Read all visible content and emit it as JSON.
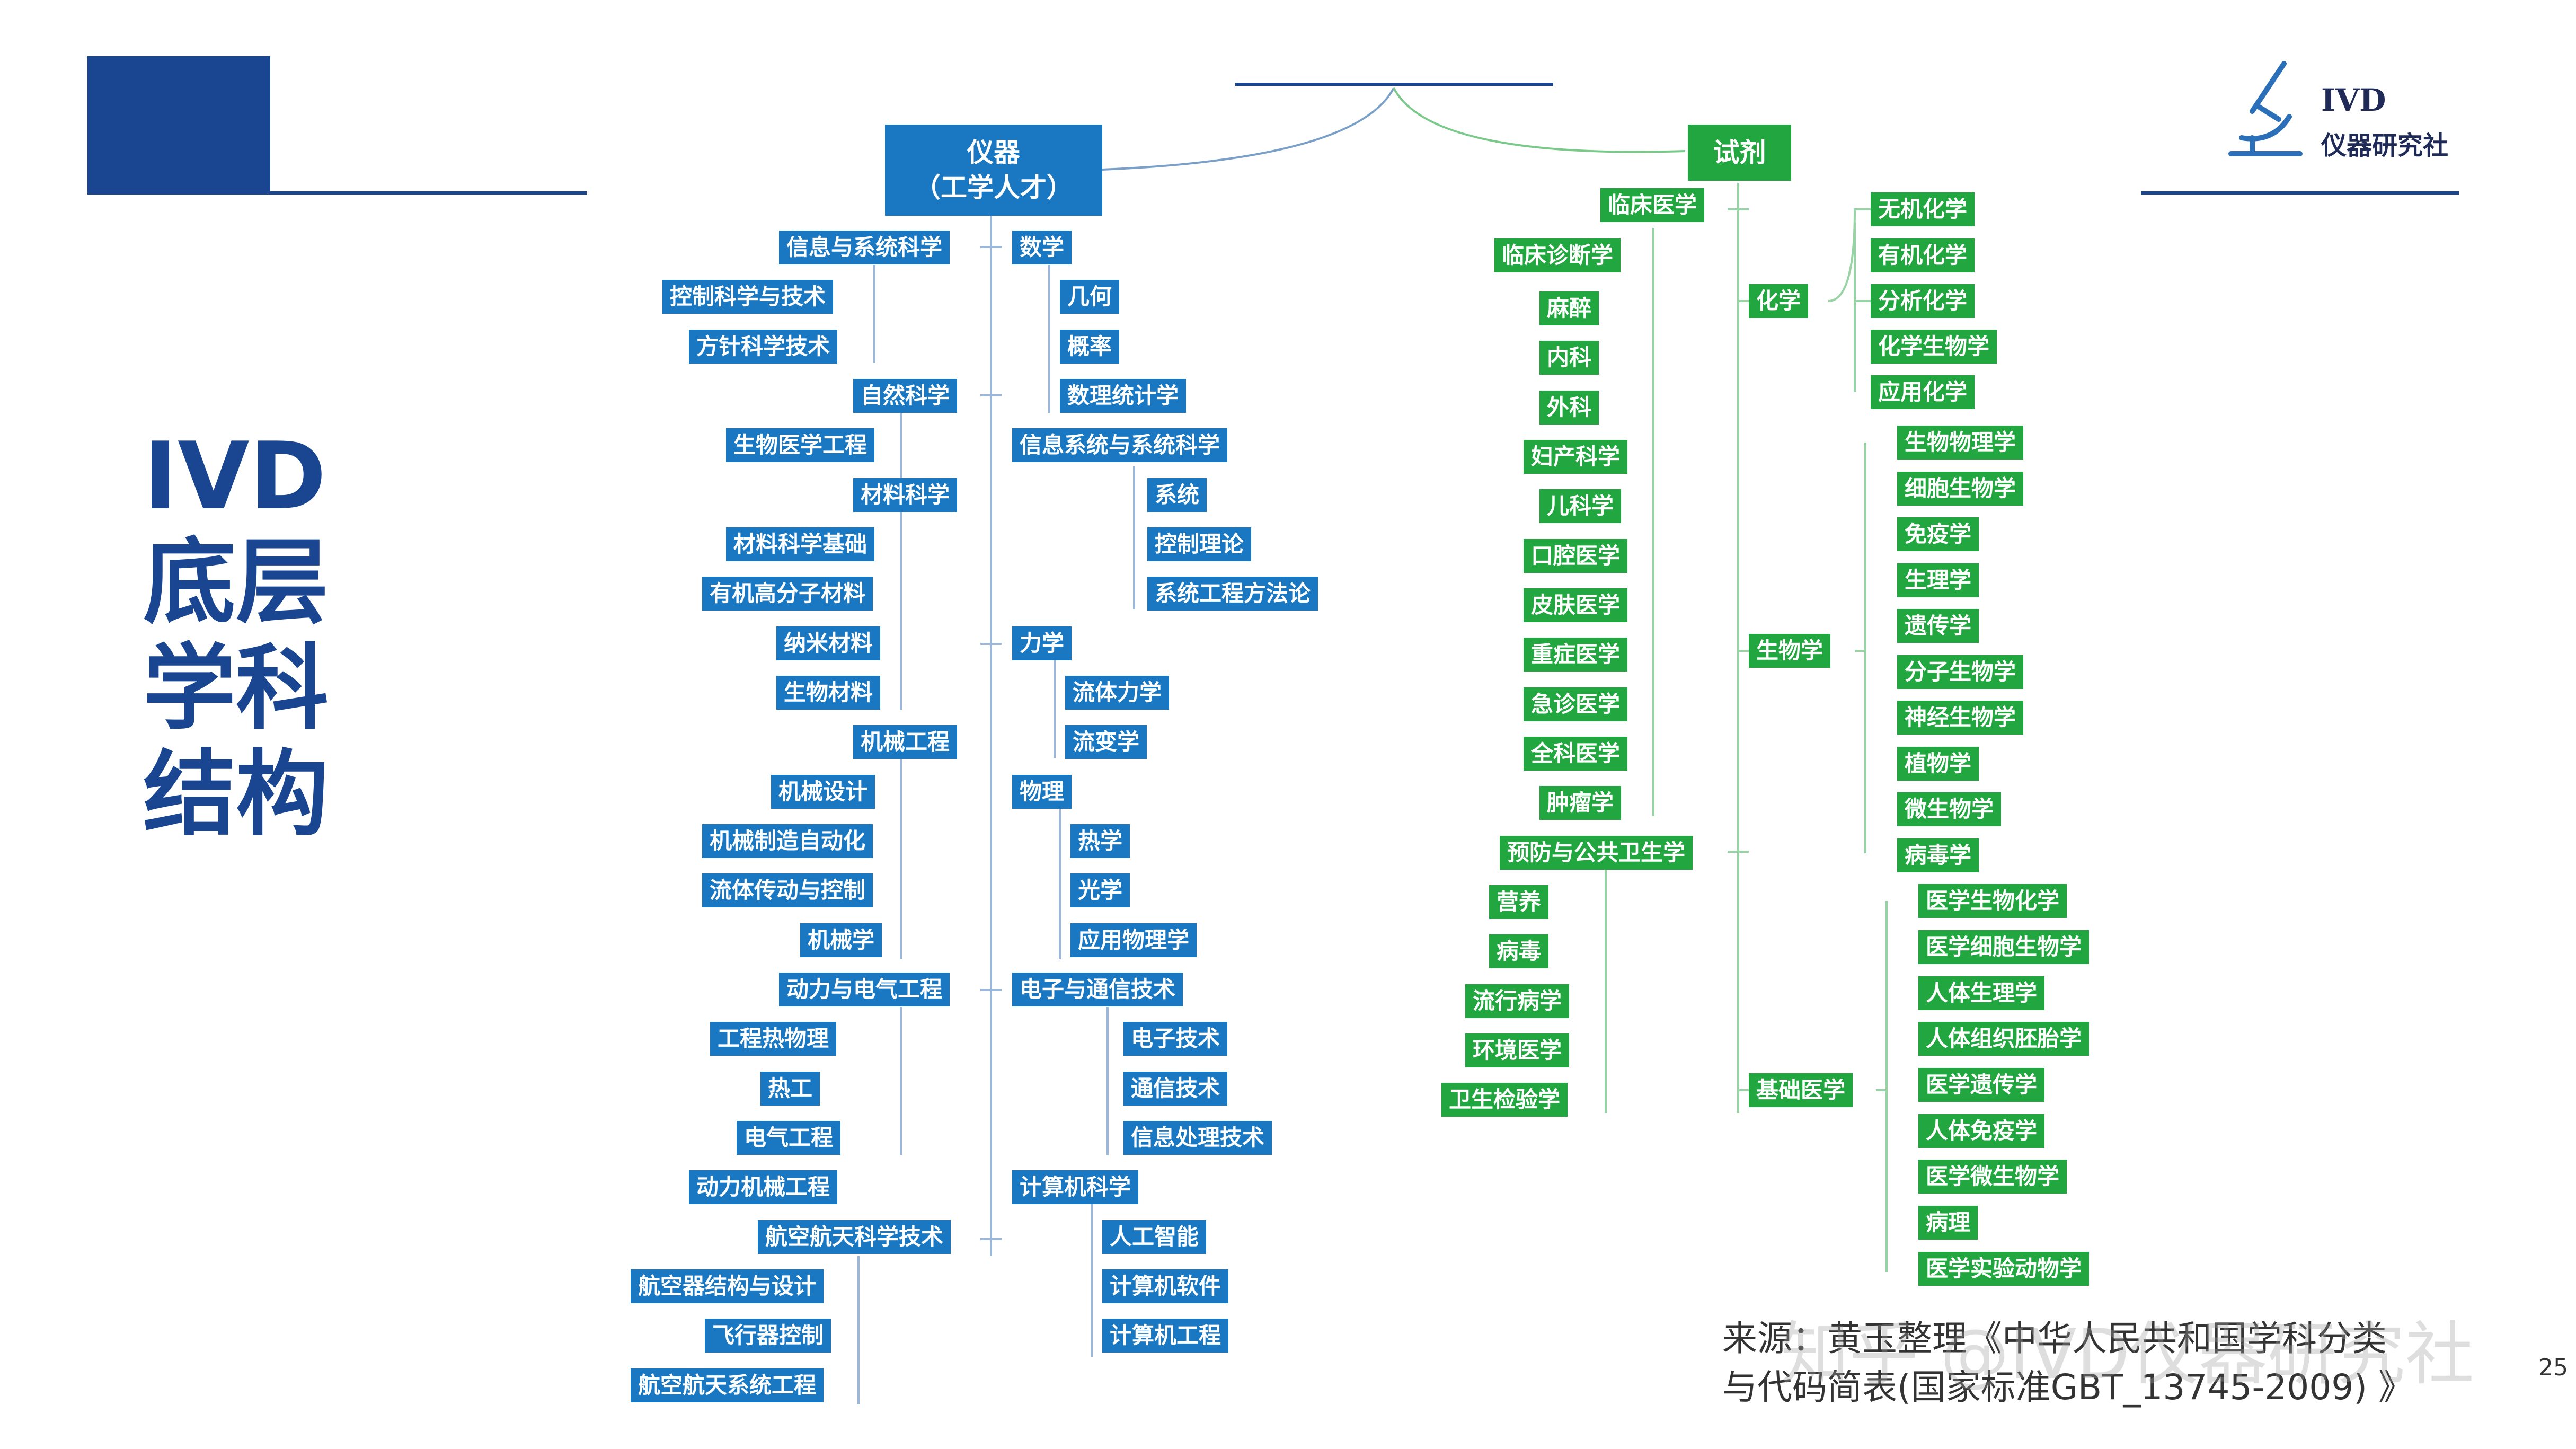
{
  "side_title": [
    "IVD",
    "底层",
    "学科",
    "结构"
  ],
  "root_left": [
    "仪器",
    "（工学人才）"
  ],
  "root_right": "试剂",
  "left_outer": [
    "信息与系统科学",
    "控制科学与技术",
    "方针科学技术",
    "自然科学",
    "生物医学工程",
    "材料科学",
    "材料科学基础",
    "有机高分子材料",
    "纳米材料",
    "生物材料",
    "机械工程",
    "机械设计",
    "机械制造自动化",
    "流体传动与控制",
    "机械学",
    "动力与电气工程",
    "工程热物理",
    "热工",
    "电气工程",
    "动力机械工程",
    "航空航天科学技术",
    "航空器结构与设计",
    "飞行器控制",
    "航空航天系统工程"
  ],
  "left_inner": [
    "数学",
    "几何",
    "概率",
    "数理统计学",
    "信息系统与系统科学",
    "系统",
    "控制理论",
    "系统工程方法论",
    "力学",
    "流体力学",
    "流变学",
    "物理",
    "热学",
    "光学",
    "应用物理学",
    "电子与通信技术",
    "电子技术",
    "通信技术",
    "信息处理技术",
    "计算机科学",
    "人工智能",
    "计算机软件",
    "计算机工程"
  ],
  "right_medicine": [
    "临床医学",
    "临床诊断学",
    "麻醉",
    "内科",
    "外科",
    "妇产科学",
    "儿科学",
    "口腔医学",
    "皮肤医学",
    "重症医学",
    "急诊医学",
    "全科医学",
    "肿瘤学",
    "预防与公共卫生学",
    "营养",
    "病毒",
    "流行病学",
    "环境医学",
    "卫生检验学"
  ],
  "right_groups": [
    "化学",
    "生物学",
    "基础医学"
  ],
  "chemistry": [
    "无机化学",
    "有机化学",
    "分析化学",
    "化学生物学",
    "应用化学"
  ],
  "biology": [
    "生物物理学",
    "细胞生物学",
    "免疫学",
    "生理学",
    "遗传学",
    "分子生物学",
    "神经生物学",
    "植物学",
    "微生物学",
    "病毒学"
  ],
  "basic_medicine": [
    "医学生物化学",
    "医学细胞生物学",
    "人体生理学",
    "人体组织胚胎学",
    "医学遗传学",
    "人体免疫学",
    "医学微生物学",
    "病理",
    "医学实验动物学"
  ],
  "logo": {
    "text_line1": "IVD",
    "text_line2": "仪器研究社"
  },
  "source_note": [
    "来源：黄玉整理《中华人民共和国学科分类",
    "与代码简表(国家标准GBT_13745-2009) 》"
  ],
  "watermark": "知乎 @IVD仪器研究社",
  "page_number": "25",
  "colors": {
    "navy": "#1a4590",
    "blue_node": "#1a78c2",
    "green_node": "#22a63f"
  }
}
